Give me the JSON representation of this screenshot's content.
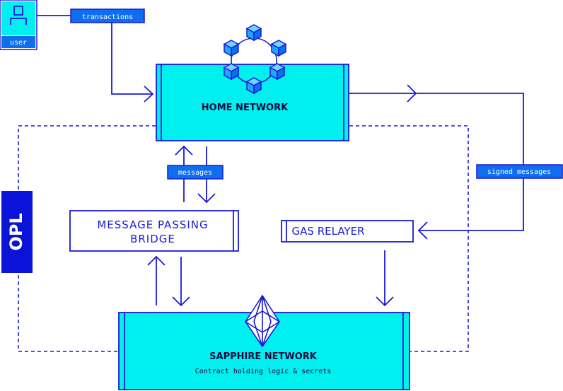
{
  "user": {
    "label": "user"
  },
  "labels": {
    "transactions": "transactions",
    "messages": "messages",
    "signed_messages": "signed messages",
    "opl": "OPL"
  },
  "home_network": {
    "title": "HOME NETWORK"
  },
  "bridge": {
    "line1": "MESSAGE PASSING",
    "line2": "BRIDGE"
  },
  "gas_relayer": {
    "title": "GAS RELAYER"
  },
  "sapphire": {
    "title": "SAPPHIRE NETWORK",
    "subtitle": "Contract holding logic & secrets"
  },
  "colors": {
    "navy": "#1a1ad6",
    "cyan": "#00f0f0",
    "tag_blue": "#0f6ef0",
    "cube_blue": "#1ea8f8",
    "opl_blue": "#0a14d8"
  }
}
